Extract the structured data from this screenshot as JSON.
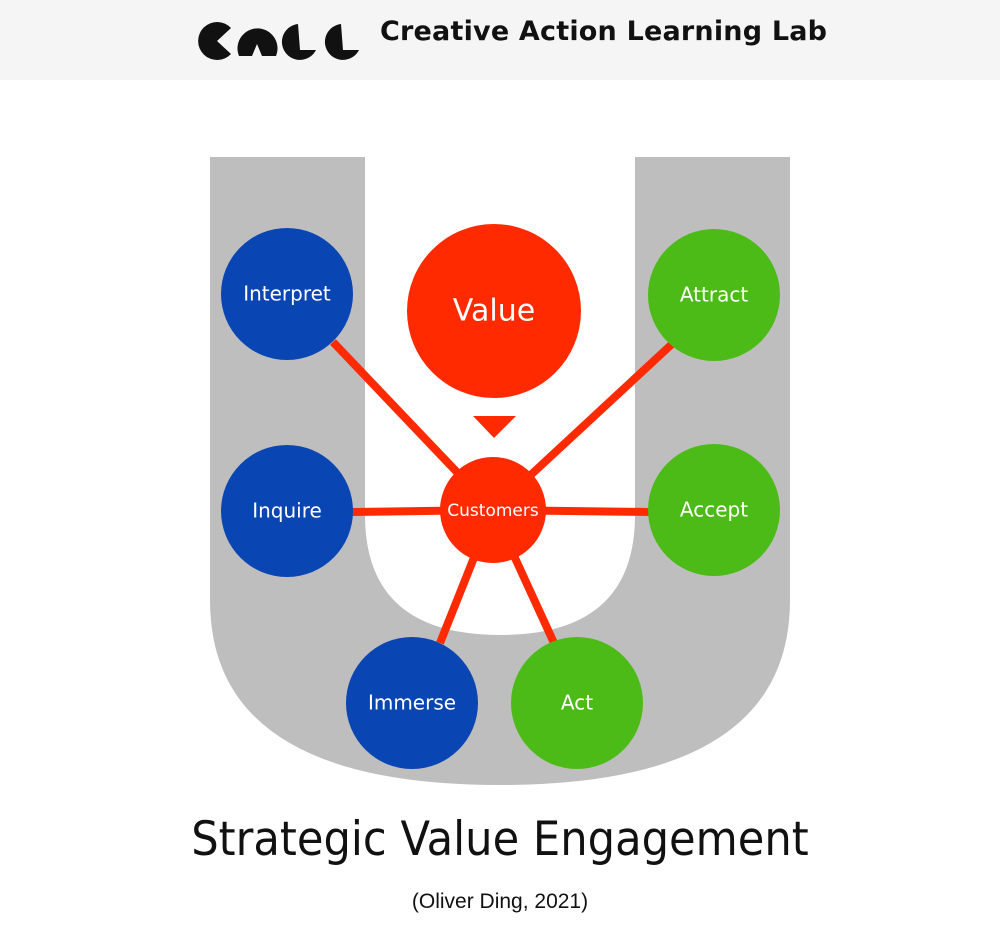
{
  "header": {
    "logo_letters": "CALL",
    "brand": "Creative Action Learning Lab"
  },
  "diagram": {
    "value": "Value",
    "center": "Customers",
    "nodes": {
      "interpret": "Interpret",
      "inquire": "Inquire",
      "immerse": "Immerse",
      "act": "Act",
      "accept": "Accept",
      "attract": "Attract"
    }
  },
  "colors": {
    "blue": "#0a45b4",
    "green": "#4cbb17",
    "red": "#ff2a00",
    "track": "#bebebe",
    "header_bg": "#f5f5f5"
  },
  "title": "Strategic Value Engagement",
  "subtitle": "(Oliver Ding, 2021)"
}
